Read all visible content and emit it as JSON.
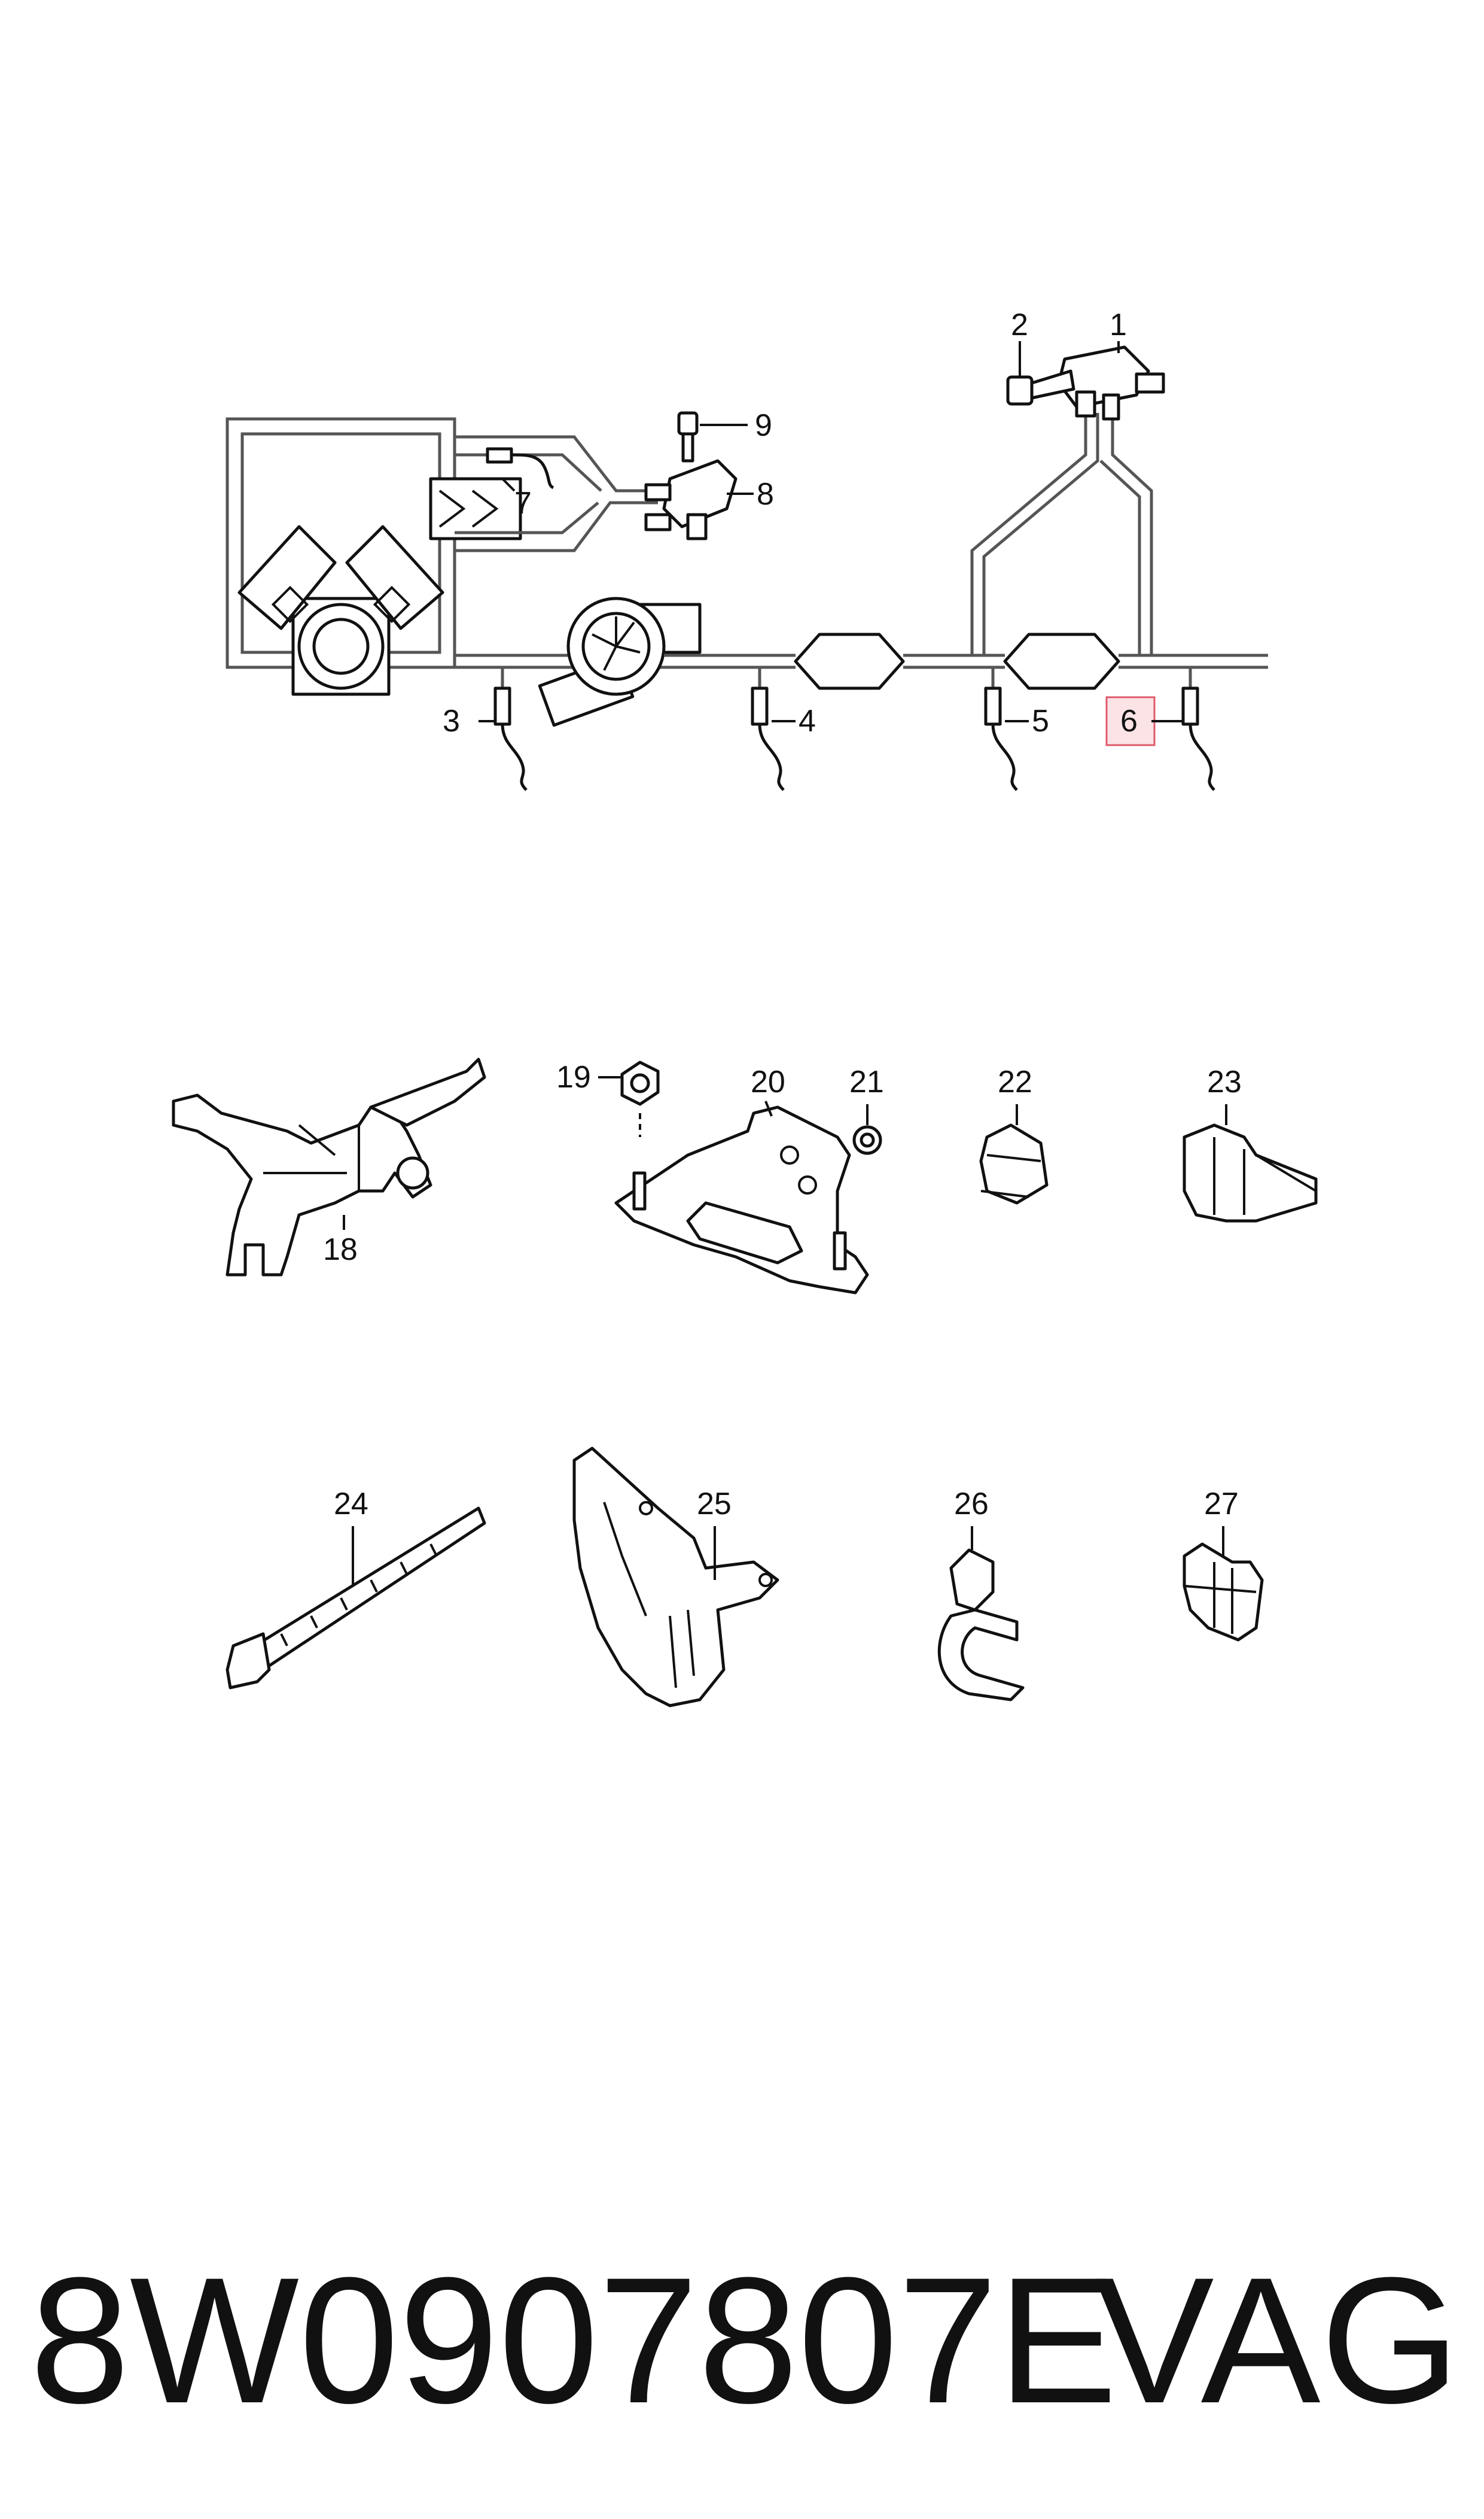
{
  "diagram": {
    "callouts": [
      "1",
      "2",
      "3",
      "4",
      "5",
      "6",
      "7",
      "8",
      "9",
      "18",
      "19",
      "20",
      "21",
      "22",
      "23",
      "24",
      "25",
      "26",
      "27"
    ],
    "highlighted_callout": "6",
    "highlight_color": "#e05a6a",
    "highlight_fill": "#fbe3e6"
  },
  "footer": {
    "part_number": "8W0907807E",
    "brand": "VAG"
  }
}
